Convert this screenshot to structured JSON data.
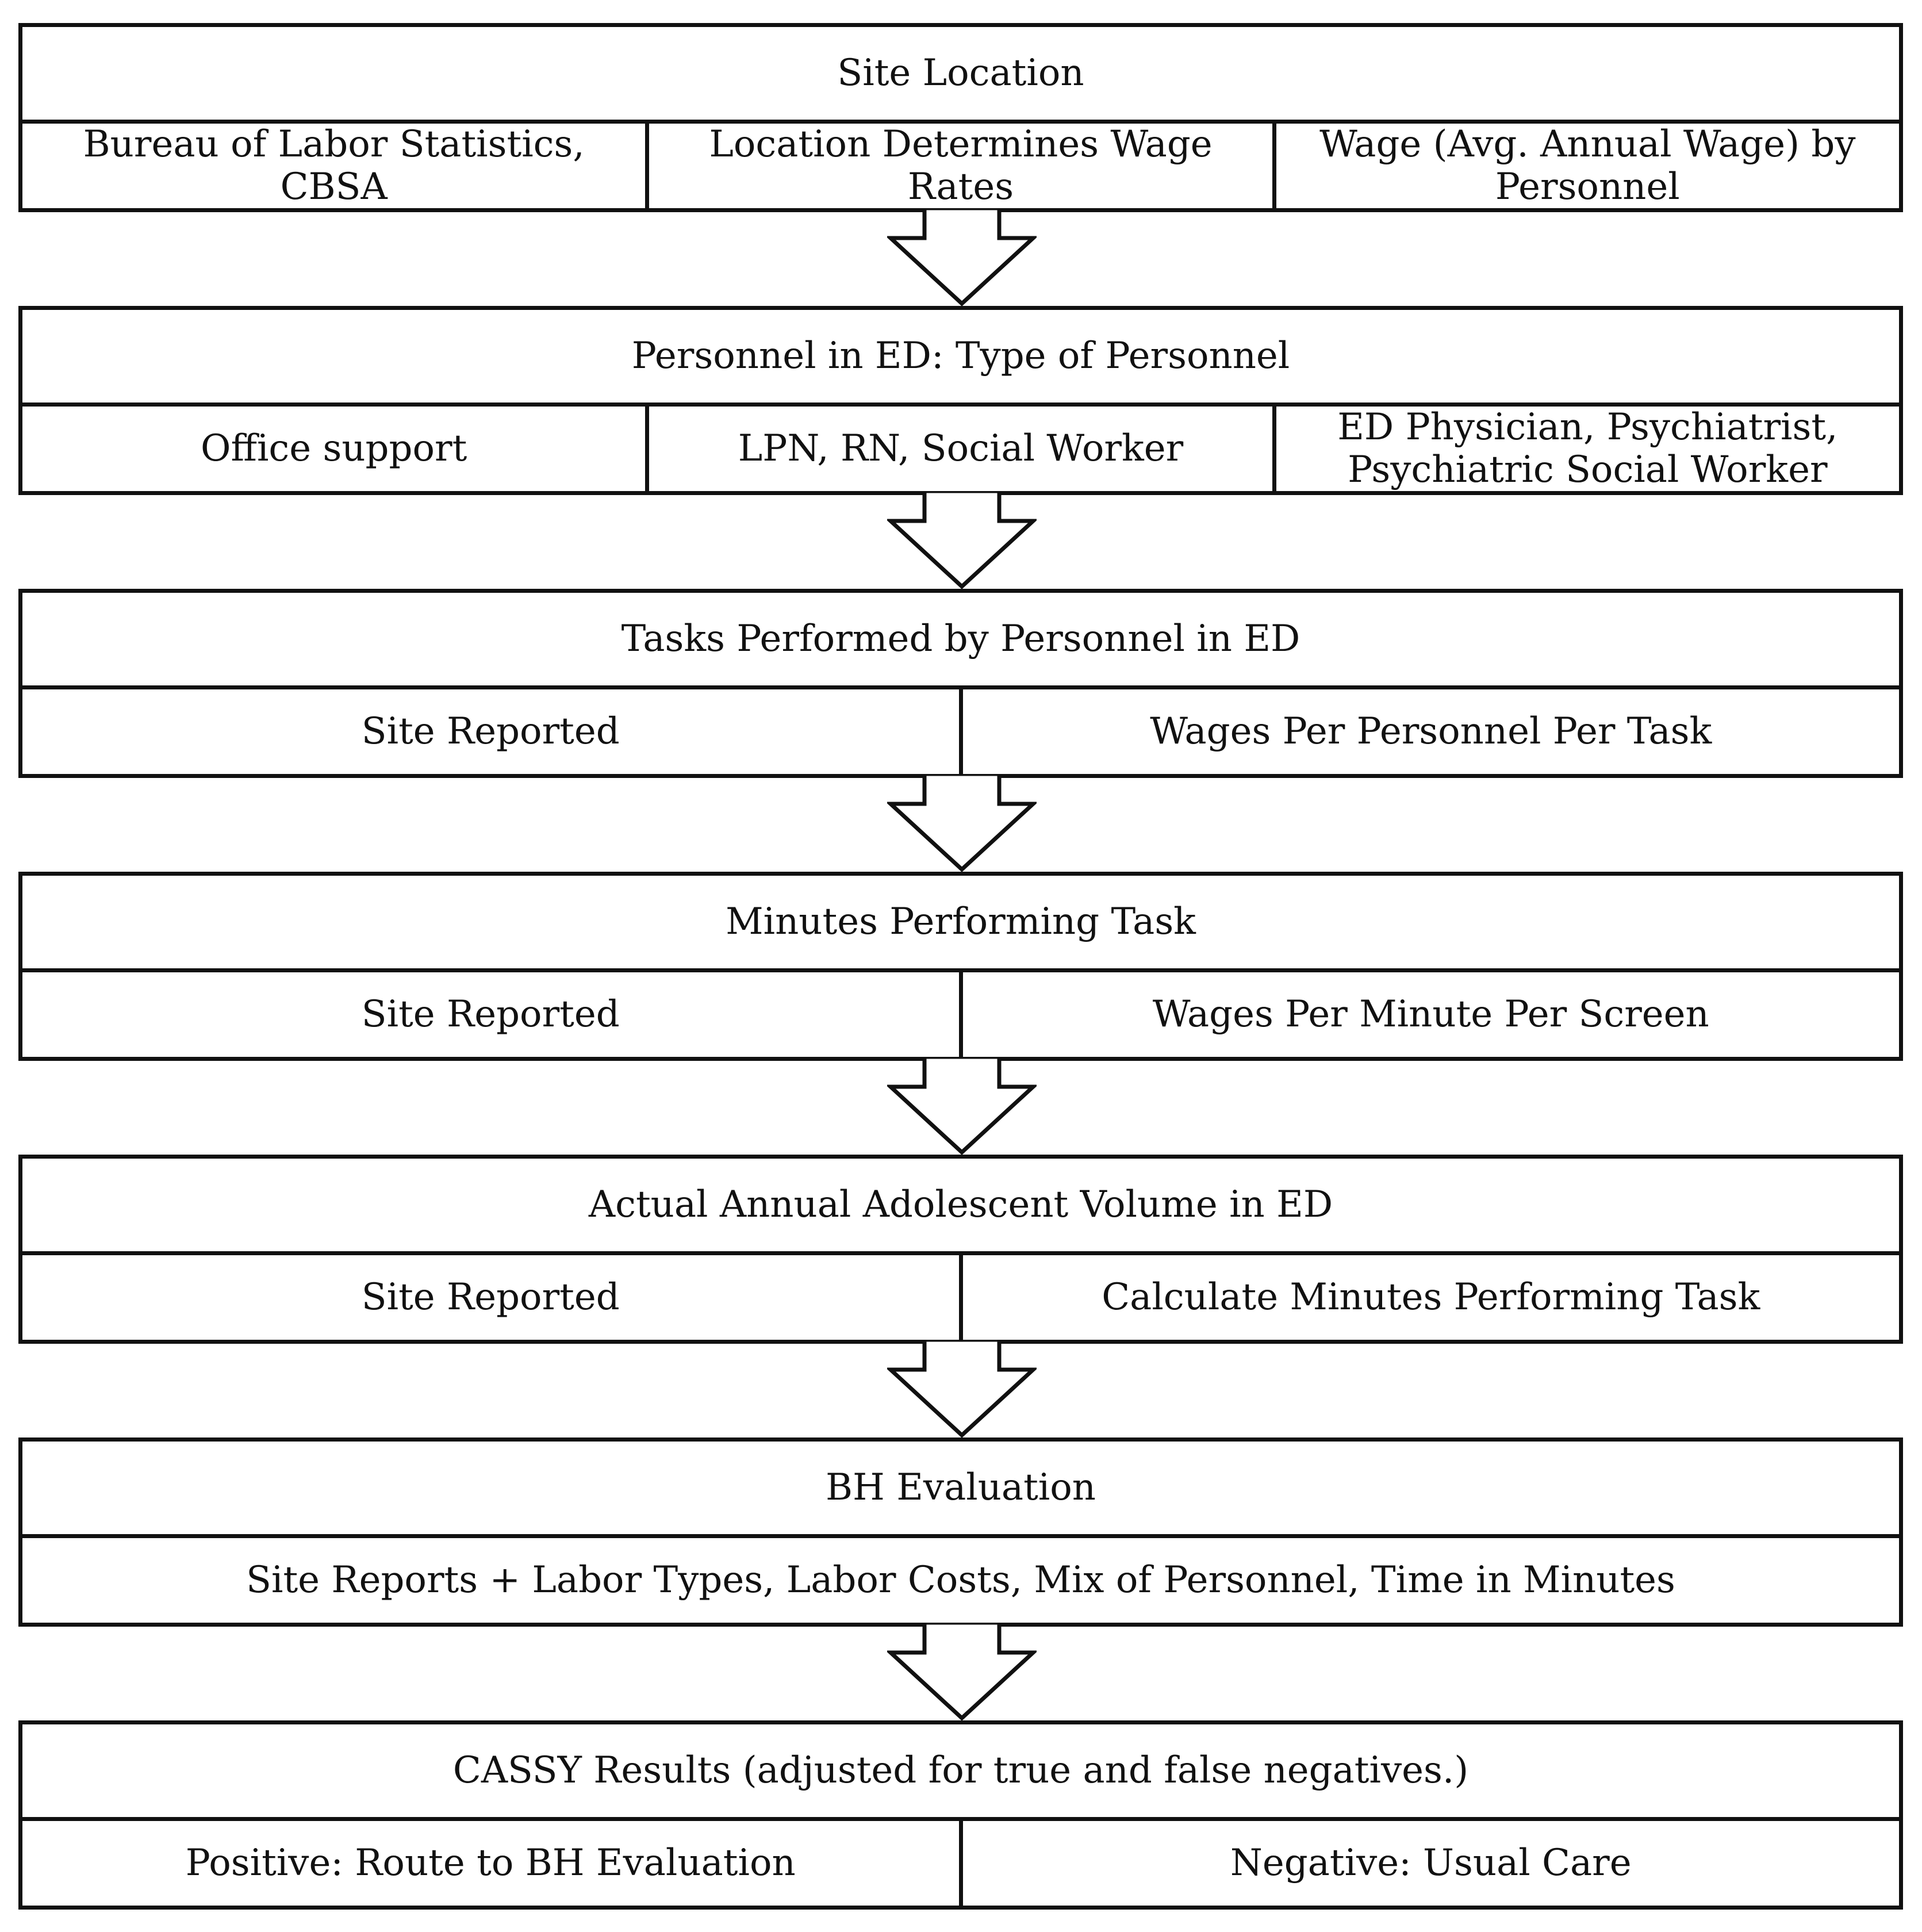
{
  "colors": {
    "stroke": "#111111",
    "background": "#ffffff"
  },
  "blocks": [
    {
      "title": "Site Location",
      "cells": [
        "Bureau of Labor Statistics, CBSA",
        "Location Determines Wage Rates",
        "Wage (Avg. Annual Wage) by Personnel"
      ]
    },
    {
      "title": "Personnel in ED: Type of Personnel",
      "cells": [
        "Office support",
        "LPN, RN, Social Worker",
        "ED Physician, Psychiatrist, Psychiatric Social Worker"
      ]
    },
    {
      "title": "Tasks Performed by Personnel in ED",
      "cells": [
        "Site Reported",
        "Wages Per Personnel Per Task"
      ]
    },
    {
      "title": "Minutes Performing Task",
      "cells": [
        "Site Reported",
        "Wages Per Minute Per Screen"
      ]
    },
    {
      "title": "Actual Annual Adolescent Volume in ED",
      "cells": [
        "Site Reported",
        "Calculate Minutes Performing Task"
      ]
    },
    {
      "title": "BH Evaluation",
      "cells": [
        "Site Reports + Labor Types, Labor Costs, Mix of Personnel, Time in Minutes"
      ]
    },
    {
      "title": "CASSY Results (adjusted for true and false negatives.)",
      "cells": [
        "Positive: Route to BH Evaluation",
        "Negative: Usual Care"
      ]
    }
  ]
}
